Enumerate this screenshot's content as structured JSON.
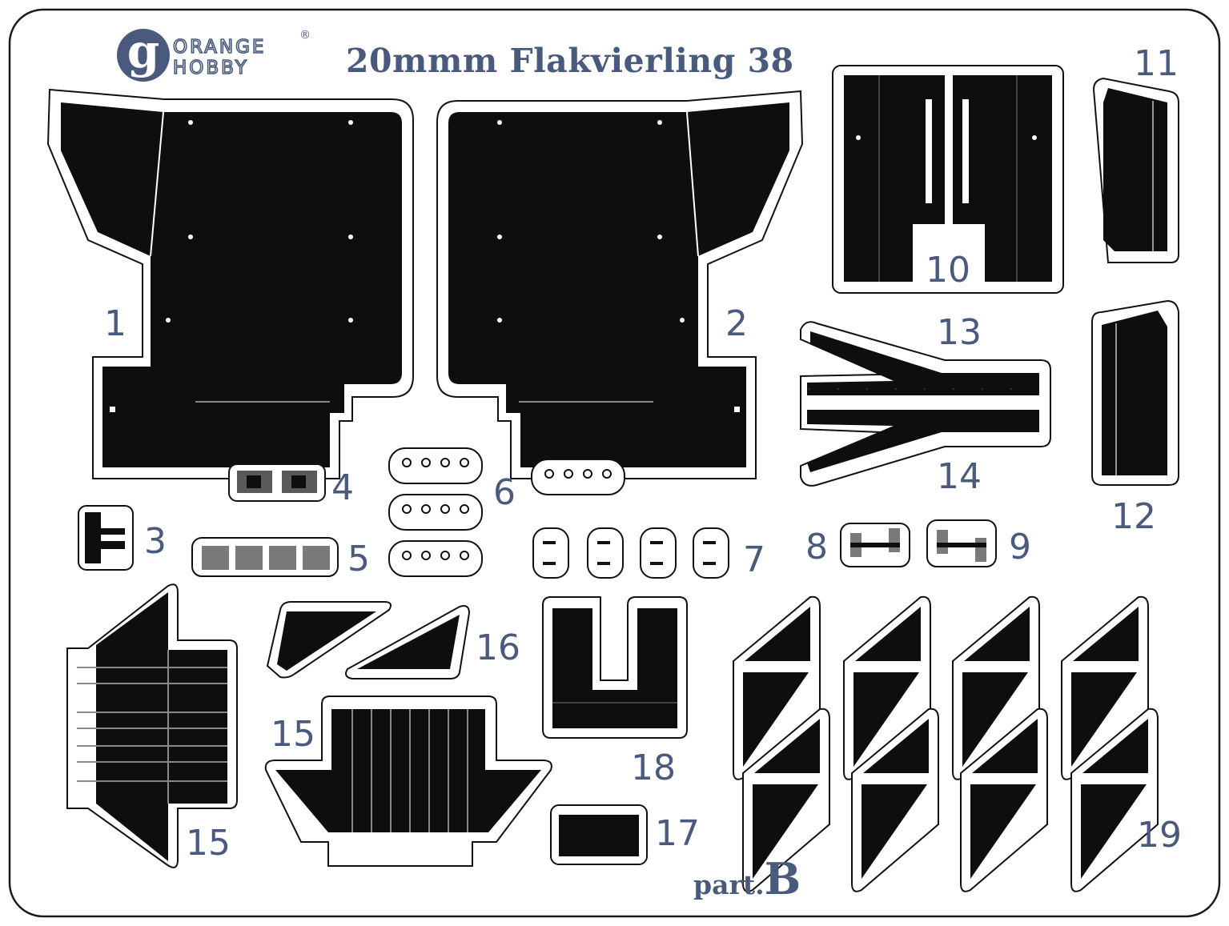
{
  "sheet": {
    "brand_line1": "ORANGE",
    "brand_line2": "HOBBY",
    "brand_initial": "g",
    "registered": "®",
    "title": "20mmm Flakvierling 38",
    "part_prefix": "part.",
    "part_letter": "B"
  },
  "part_numbers": {
    "p1": "1",
    "p2": "2",
    "p3": "3",
    "p4": "4",
    "p5": "5",
    "p6": "6",
    "p7": "7",
    "p8": "8",
    "p9": "9",
    "p10": "10",
    "p11": "11",
    "p12": "12",
    "p13": "13",
    "p14": "14",
    "p15a": "15",
    "p15b": "15",
    "p16": "16",
    "p17": "17",
    "p18": "18",
    "p19": "19"
  },
  "colors": {
    "part_fill": "#0e0e0e",
    "frame_stroke": "#111111",
    "label_color": "#4a5a7c",
    "sprue_gate": "#9a9a9a"
  }
}
